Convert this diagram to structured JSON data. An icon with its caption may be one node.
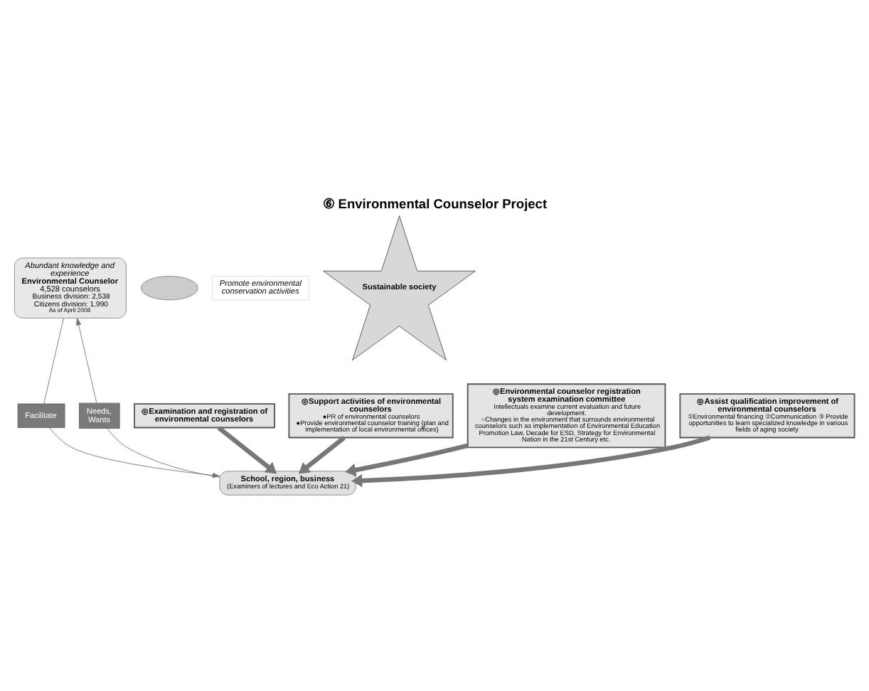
{
  "diagram": {
    "title": "⑥ Environmental Counselor Project",
    "nodes": [
      {
        "text": [
          "Abundant knowledge and experience",
          "Environmental Counselor",
          "4,528 counselors",
          "Business division: 2,538 Citizens division: 1,990",
          "As of April 2008"
        ]
      },
      {
        "text": [
          "Facilitate"
        ]
      },
      {
        "text": [
          "Needs, Wants"
        ]
      },
      {
        "text": [],
        "shape": "cloud"
      },
      {
        "text": [
          "School, region, business",
          "(Examiners of lectures and Eco Action 21)"
        ]
      },
      {
        "text": [
          "Promote environmental conservation activities"
        ]
      },
      {
        "text": [
          "Sustainable society"
        ]
      },
      {
        "text": [
          "◎Examination and registration of environmental counselors"
        ]
      },
      {
        "text": [
          "◎Support activities of environmental counselors",
          "●PR of environmental counselors",
          "●Provide environmental counselor training (plan and implementation of local environmental offices)"
        ]
      },
      {
        "text": [
          "◎Environmental counselor registration system examination committee",
          "Intellectuals examine current evaluation and future development.",
          "○Changes in the environment that surrounds environmental counselors such as implementation of Environmental Education Promotion Law, Decade for ESD, Strategy for Environmental Nation in the 21st Century etc."
        ]
      },
      {
        "text": [
          "◎Assist qualification improvement of environmental counselors",
          "①Environmental financing ②Communication ③ Provide opportunities to learn specialized knowledge in various fields of aging society"
        ]
      }
    ],
    "edges": [
      {
        "from": 0,
        "to": 1,
        "arrow": "none"
      },
      {
        "from": 1,
        "to": 4,
        "arrow": "to"
      },
      {
        "from": 4,
        "to": 2,
        "arrow": "none"
      },
      {
        "from": 2,
        "to": 0,
        "arrow": "to"
      },
      {
        "from": 7,
        "to": 4,
        "arrow": "to",
        "style": "thick"
      },
      {
        "from": 8,
        "to": 4,
        "arrow": "to",
        "style": "thick"
      },
      {
        "from": 9,
        "to": 4,
        "arrow": "to",
        "style": "thick"
      },
      {
        "from": 10,
        "to": 4,
        "arrow": "to",
        "style": "thick"
      }
    ]
  }
}
